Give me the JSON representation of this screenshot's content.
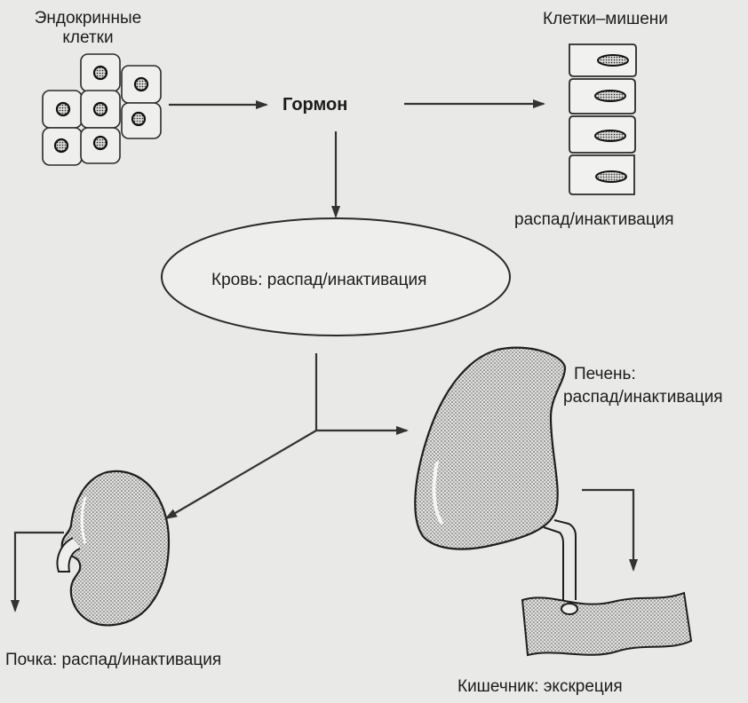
{
  "labels": {
    "endocrine_line1": "Эндокринные",
    "endocrine_line2": "клетки",
    "hormone": "Гормон",
    "target_cells": "Клетки–мишени",
    "target_decay": "распад/инактивация",
    "blood": "Кровь: распад/инактивация",
    "liver_line1": "Печень:",
    "liver_line2": "распад/инактивация",
    "kidney": "Почка: распад/инактивация",
    "intestine": "Кишечник: экскреция"
  }
}
